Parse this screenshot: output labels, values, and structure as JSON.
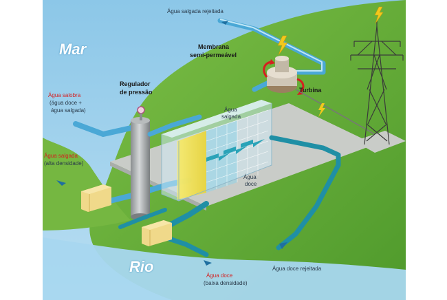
{
  "regions": {
    "sea": "Mar",
    "river": "Rio"
  },
  "labels": {
    "rejected_salt_water": "Água salgada rejeitada",
    "membrane_line1": "Membrana",
    "membrane_line2": "semi-permeável",
    "pressure_regulator_line1": "Regulador",
    "pressure_regulator_line2": "de pressão",
    "turbine": "Turbina",
    "brackish_water_title": "Água salobra",
    "brackish_water_note1": "(água doce +",
    "brackish_water_note2": "água salgada)",
    "salt_water_title": "Água salgada",
    "salt_water_note": "(alta densidade)",
    "tank_salt_water_line1": "Água",
    "tank_salt_water_line2": "salgada",
    "tank_fresh_water_line1": "Água",
    "tank_fresh_water_line2": "doce",
    "fresh_water_title": "Água doce",
    "fresh_water_note": "(baixa densidade)",
    "rejected_fresh_water": "Água doce rejeitada"
  },
  "colors": {
    "sea": "#9fd0ec",
    "land": "#6fb23c",
    "pad": "#c9ccc8",
    "pipe": "#4aa8d6",
    "fresh_pipe": "#1f8fa5",
    "membrane": "#f3e45a",
    "alert": "#d42020",
    "power": "#f2c81c"
  },
  "icons": {
    "turbine": "turbine-icon",
    "pylon": "power-pylon-icon",
    "bolt": "lightning-bolt-icon",
    "intake": "water-intake-box"
  }
}
